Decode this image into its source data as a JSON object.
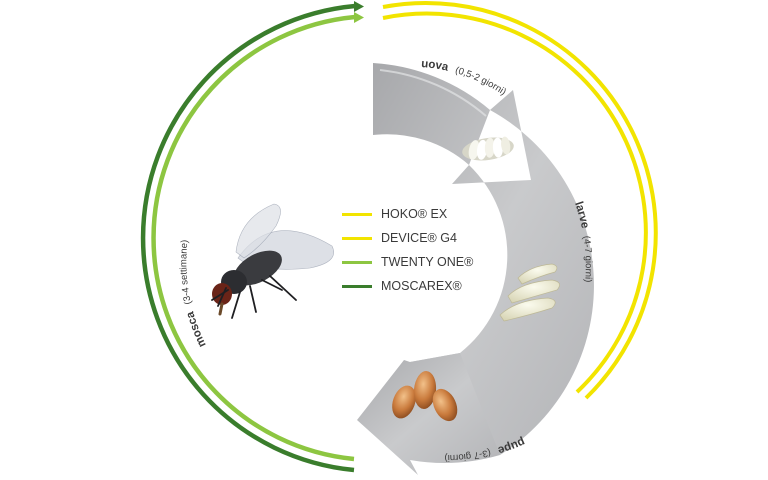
{
  "legend": [
    {
      "label": "HOKO® EX",
      "color": "#f2e400"
    },
    {
      "label": "DEVICE® G4",
      "color": "#f2e400"
    },
    {
      "label": "TWENTY ONE®",
      "color": "#8dc641"
    },
    {
      "label": "MOSCAREX®",
      "color": "#3a7d2c"
    }
  ],
  "stages": {
    "uova": {
      "name": "uova",
      "duration": "(0,5-2 giorni)"
    },
    "larve": {
      "name": "larve",
      "duration": "(4-7 giorni)"
    },
    "pupe": {
      "name": "pupe",
      "duration": "(3-7 giorni)"
    },
    "mosca": {
      "name": "mosca",
      "duration": "(3-4 settimane)"
    }
  },
  "colors": {
    "yellow": "#f2e400",
    "light_green": "#8dc641",
    "dark_green": "#3a7d2c",
    "arrow_gray": "#b9babd"
  },
  "icons": [
    "fly-image",
    "eggs-image",
    "larvae-image",
    "pupae-image"
  ]
}
